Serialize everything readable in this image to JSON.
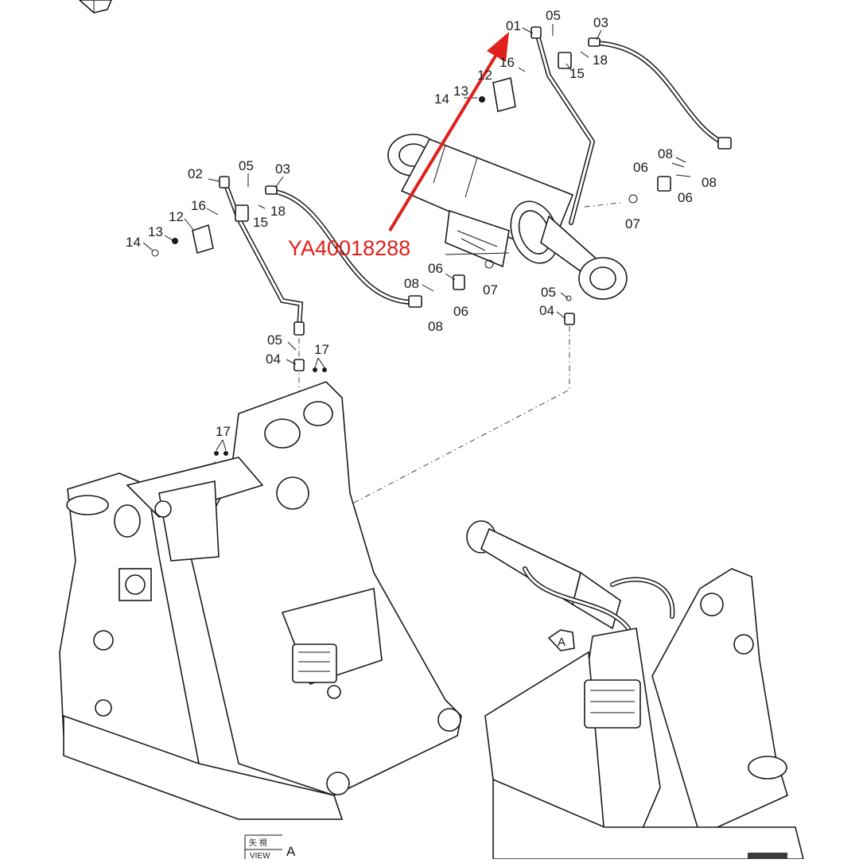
{
  "diagram": {
    "callout": {
      "text": "YA40018288",
      "color": "#e0201a"
    },
    "view_tag": {
      "chinese": "矢 視",
      "english": "VIEW",
      "letter": "A"
    },
    "view_marker": {
      "letter": "A"
    },
    "labels": {
      "top_01": "01",
      "top_05": "05",
      "top_03": "03",
      "top_18": "18",
      "top_16": "16",
      "top_15": "15",
      "top_13": "13",
      "top_14": "14",
      "top_12": "12",
      "right_08a": "08",
      "right_06a": "06",
      "right_08b": "08",
      "right_06b": "06",
      "right_07": "07",
      "left_02": "02",
      "left_05": "05",
      "left_03": "03",
      "left_16": "16",
      "left_18": "18",
      "left_12": "12",
      "left_15": "15",
      "left_13": "13",
      "left_14": "14",
      "mid_06a": "06",
      "mid_08a": "08",
      "mid_07": "07",
      "mid_06b": "06",
      "mid_08b": "08",
      "rc_05": "05",
      "rc_04": "04",
      "lo_05": "05",
      "lo_04": "04",
      "lo_17a": "17",
      "lo_17b": "17"
    }
  }
}
